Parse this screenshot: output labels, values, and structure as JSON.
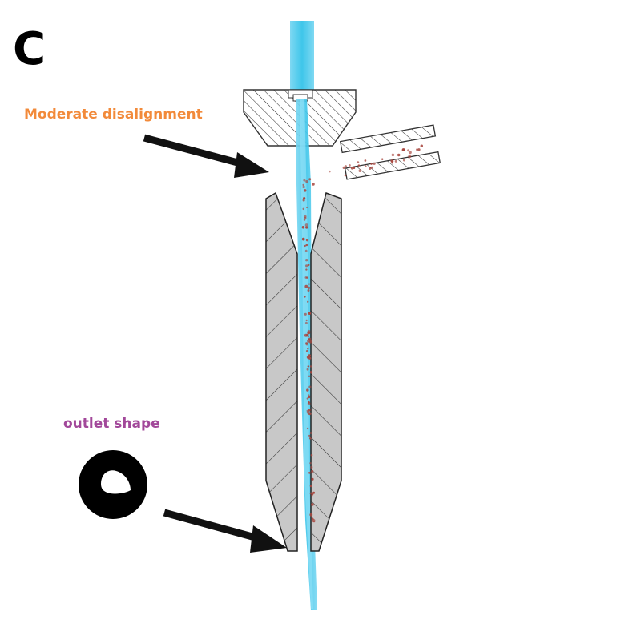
{
  "panel": {
    "letter": "C"
  },
  "annotations": {
    "top": {
      "text": "Moderate disalignment",
      "color": "#F28A3A"
    },
    "bottom": {
      "text": "outlet shape",
      "color": "#A2489A"
    }
  },
  "colors": {
    "jet": "#3FC6EA",
    "jet_light": "#8FE0F6",
    "nozzle_fill": "#C8C8C8",
    "hatch": "#333333",
    "particles": "#A8473F",
    "arrow": "#111111",
    "outlet_shape": "#000000"
  }
}
